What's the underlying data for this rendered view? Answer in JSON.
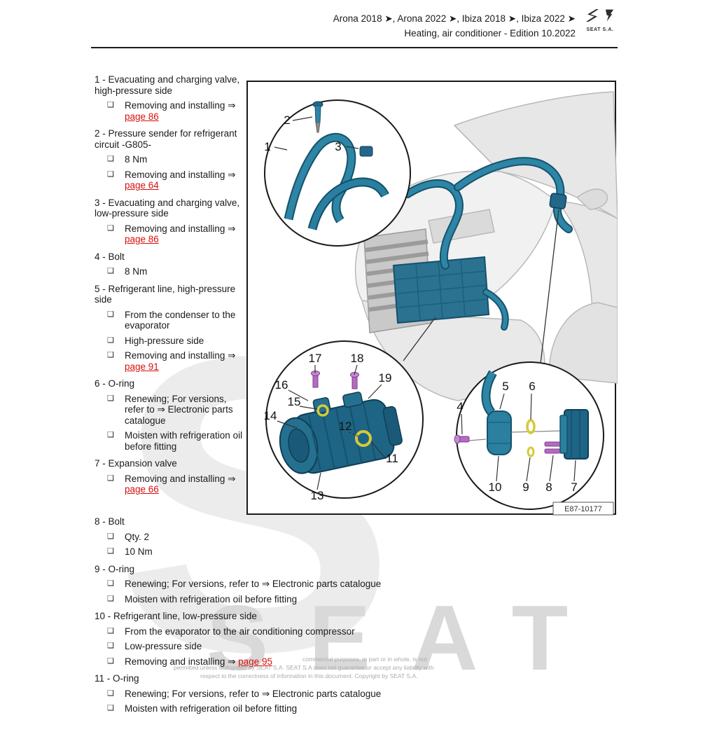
{
  "header": {
    "models_line": "Arona 2018 ➤, Arona 2022 ➤, Ibiza 2018 ➤, Ibiza 2022 ➤",
    "edition_line": "Heating, air conditioner - Edition 10.2022",
    "brand_small": "SEAT S.A."
  },
  "parts_left": [
    {
      "num": "1",
      "title": "Evacuating and charging valve, high-pressure side",
      "bullets": [
        {
          "text": "Removing and installing ⇒ ",
          "link": "page 86"
        }
      ]
    },
    {
      "num": "2",
      "title": "Pressure sender for refrigerant circuit -G805-",
      "bullets": [
        {
          "text": "8 Nm"
        },
        {
          "text": "Removing and installing ⇒ ",
          "link": "page 64"
        }
      ]
    },
    {
      "num": "3",
      "title": "Evacuating and charging valve, low-pressure side",
      "bullets": [
        {
          "text": "Removing and installing ⇒ ",
          "link": "page 86"
        }
      ]
    },
    {
      "num": "4",
      "title": "Bolt",
      "bullets": [
        {
          "text": "8 Nm"
        }
      ]
    },
    {
      "num": "5",
      "title": "Refrigerant line, high-pressure side",
      "bullets": [
        {
          "text": "From the condenser to the evaporator"
        },
        {
          "text": "High-pressure side"
        },
        {
          "text": "Removing and installing ⇒ ",
          "link": "page 91"
        }
      ]
    },
    {
      "num": "6",
      "title": "O-ring",
      "bullets": [
        {
          "text": "Renewing; For versions, refer to ⇒ Electronic parts catalogue"
        },
        {
          "text": "Moisten with refrigeration oil before fitting"
        }
      ]
    },
    {
      "num": "7",
      "title": "Expansion valve",
      "bullets": [
        {
          "text": "Removing and installing ⇒ ",
          "link": "page 66"
        }
      ]
    }
  ],
  "parts_bottom": [
    {
      "num": "8",
      "title": "Bolt",
      "bullets": [
        {
          "text": "Qty. 2"
        },
        {
          "text": "10 Nm"
        }
      ]
    },
    {
      "num": "9",
      "title": "O-ring",
      "bullets": [
        {
          "text": "Renewing; For versions, refer to ⇒ Electronic parts catalogue"
        },
        {
          "text": "Moisten with refrigeration oil before fitting"
        }
      ]
    },
    {
      "num": "10",
      "title": "Refrigerant line, low-pressure side",
      "bullets": [
        {
          "text": "From the evaporator to the air conditioning compressor"
        },
        {
          "text": "Low-pressure side"
        },
        {
          "text": "Removing and installing ⇒ ",
          "link": "page 95"
        }
      ]
    },
    {
      "num": "11",
      "title": "O-ring",
      "bullets": [
        {
          "text": "Renewing; For versions, refer to ⇒ Electronic parts catalogue"
        },
        {
          "text": "Moisten with refrigeration oil before fitting"
        }
      ]
    }
  ],
  "diagram": {
    "figure_code": "E87-10177",
    "labels": {
      "n1": "1",
      "n2": "2",
      "n3": "3",
      "n4": "4",
      "n5": "5",
      "n6": "6",
      "n7": "7",
      "n8": "8",
      "n9": "9",
      "n10": "10",
      "n11": "11",
      "n12": "12",
      "n13": "13",
      "n14": "14",
      "n15": "15",
      "n16": "16",
      "n17": "17",
      "n18": "18",
      "n19": "19"
    }
  },
  "watermark": {
    "big_letter": "S",
    "word": "SEAT"
  },
  "copyright": {
    "line1": "commercial purposes, in part or in whole, is not",
    "line2": "permitted unless authorised by SEAT S.A. SEAT S.A does not guarantee or accept any liability with",
    "line3": "respect to the correctness of information in this document. Copyright by SEAT S.A."
  },
  "colors": {
    "link_red": "#d90f0f",
    "pipe_teal": "#2e85a6",
    "pipe_dark": "#14536b",
    "oring_yellow": "#d6c93a",
    "bolt_purple": "#b46bc0"
  }
}
